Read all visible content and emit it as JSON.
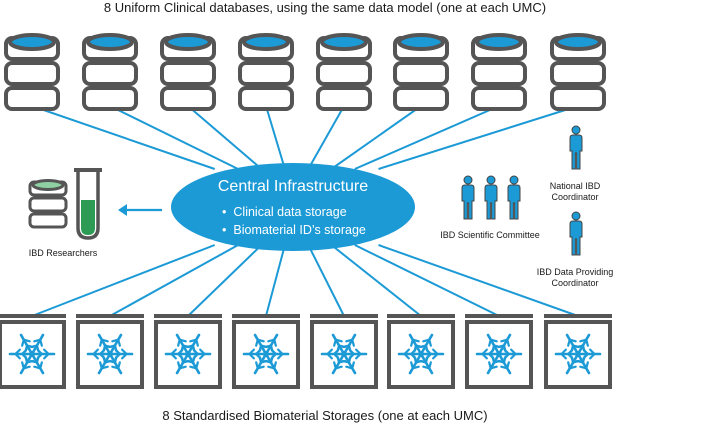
{
  "top_title": "8 Uniform Clinical databases, using the same data model (one at each UMC)",
  "bottom_title": "8 Standardised Biomaterial Storages (one at each UMC)",
  "hub": {
    "title": "Central Infrastructure",
    "items": [
      "Clinical data storage",
      "Biomaterial ID’s storage"
    ]
  },
  "researchers_label": "IBD Researchers",
  "committee_label": "IBD Scientific Committee",
  "national_coordinator_label": [
    "National IBD",
    "Coordinator"
  ],
  "data_coordinator_label": [
    "IBD Data Providing",
    "Coordinator"
  ],
  "database_icon": "database-icon",
  "storage_icon": "freezer-snowflake-icon",
  "person_icon": "person-icon",
  "colors": {
    "blue": "#1c9ad6",
    "hub_fill": "#1c9ad6",
    "gray": "#555555",
    "green": "#2e9b55",
    "light_green": "#8ed0a2"
  }
}
